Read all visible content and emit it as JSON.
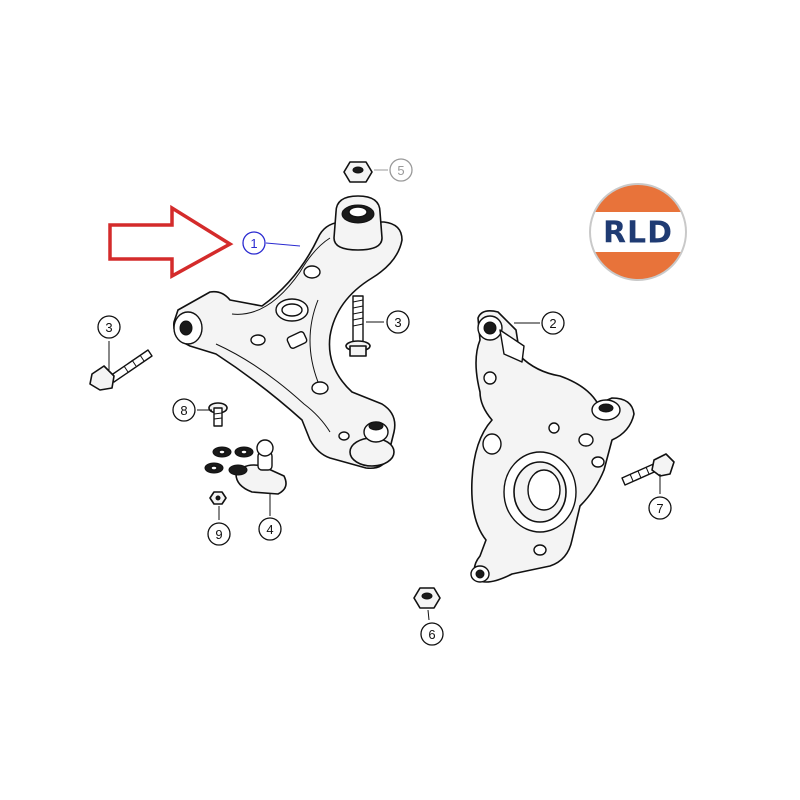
{
  "logo": {
    "text": "RLD",
    "text_color": "#1f3b73",
    "ring_color": "#e8733a",
    "inner_color": "#ffffff"
  },
  "highlight_arrow": {
    "color": "#d42b2b"
  },
  "callouts": [
    {
      "id": "c1",
      "number": "1",
      "color": "#2a2ad0"
    },
    {
      "id": "c2",
      "number": "2",
      "color": "#111111"
    },
    {
      "id": "c3a",
      "number": "3",
      "color": "#111111"
    },
    {
      "id": "c3b",
      "number": "3",
      "color": "#111111"
    },
    {
      "id": "c4",
      "number": "4",
      "color": "#111111"
    },
    {
      "id": "c5",
      "number": "5",
      "color": "#999999"
    },
    {
      "id": "c6",
      "number": "6",
      "color": "#111111"
    },
    {
      "id": "c7",
      "number": "7",
      "color": "#111111"
    },
    {
      "id": "c8",
      "number": "8",
      "color": "#111111"
    },
    {
      "id": "c9",
      "number": "9",
      "color": "#111111"
    }
  ]
}
